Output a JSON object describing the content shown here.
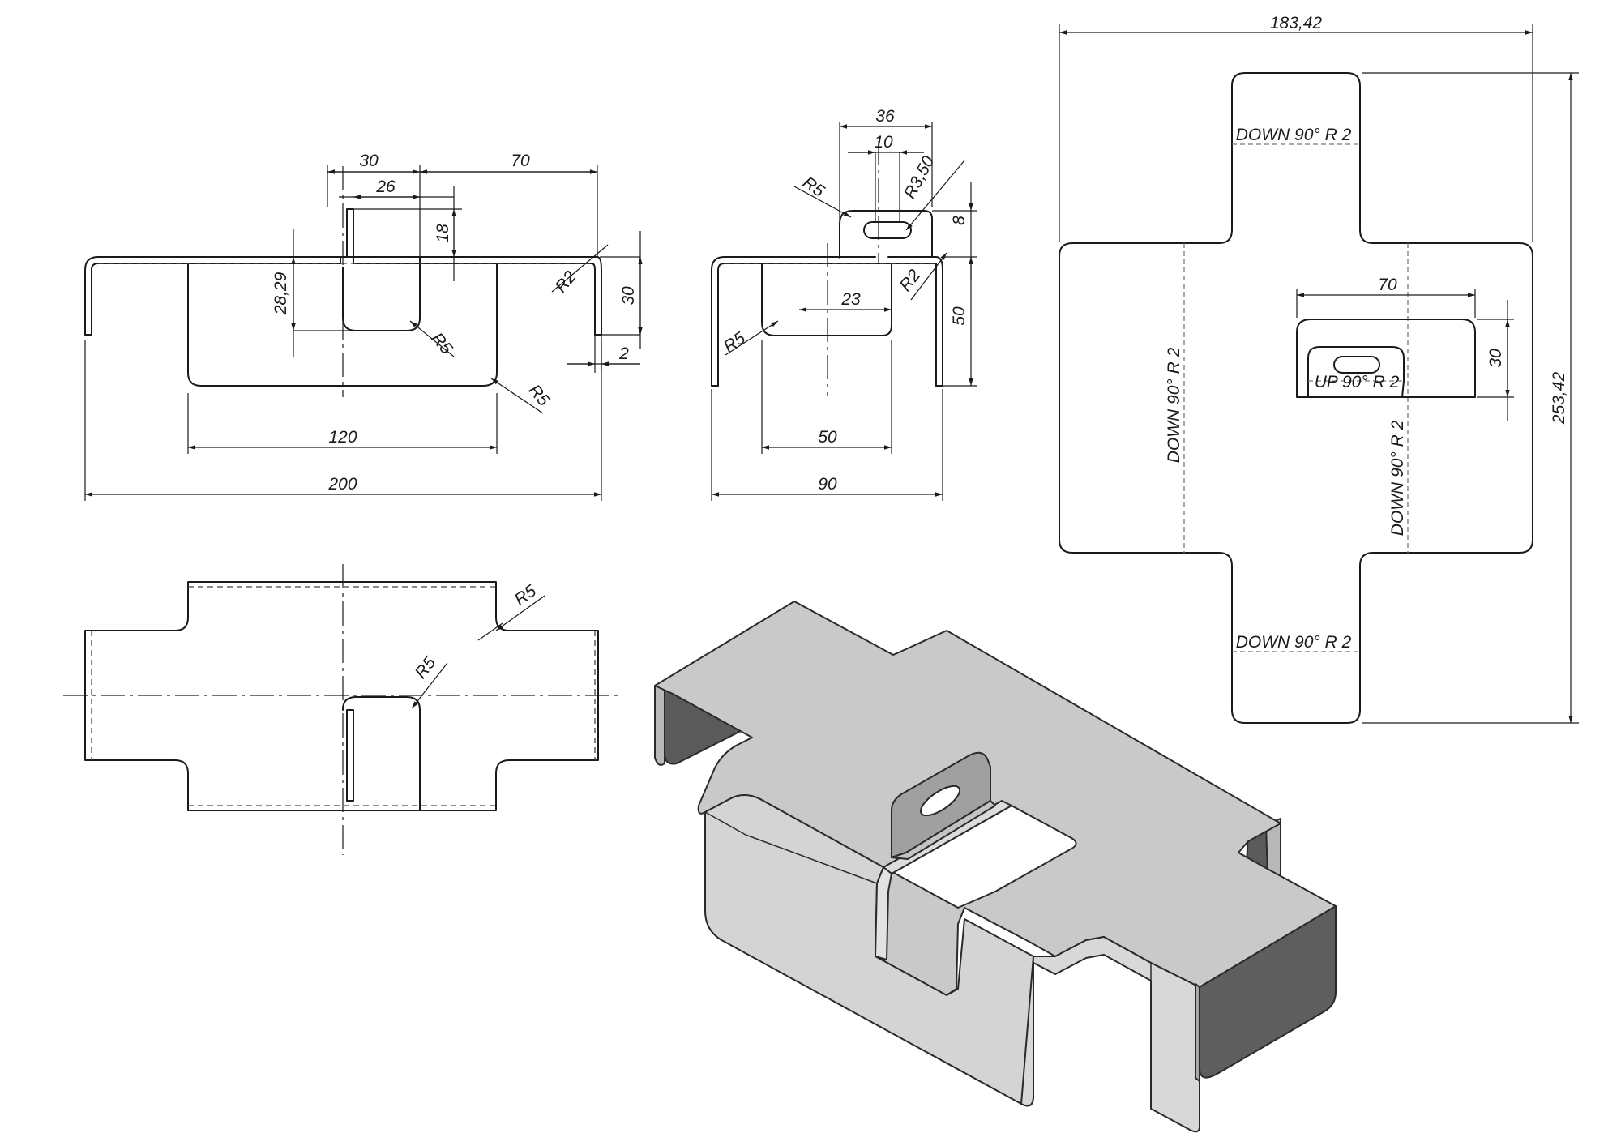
{
  "front_view": {
    "dims": {
      "d30": "30",
      "d70": "70",
      "d26": "26",
      "d18": "18",
      "d28_29": "28,29",
      "r2": "R2",
      "d30_right": "30",
      "d2": "2",
      "r5_inner": "R5",
      "r5_outer": "R5",
      "d120": "120",
      "d200": "200"
    }
  },
  "side_view": {
    "dims": {
      "d36": "36",
      "d10": "10",
      "r3_50": "R3,50",
      "r5_top": "R5",
      "d8": "8",
      "r2": "R2",
      "d50_right": "50",
      "d23": "23",
      "r5_left": "R5",
      "d50_bottom": "50",
      "d90": "90"
    }
  },
  "top_view": {
    "dims": {
      "r5_outer": "R5",
      "r5_inner": "R5"
    }
  },
  "flat_pattern": {
    "dims": {
      "d183_42": "183,42",
      "d253_42": "253,42",
      "d70": "70",
      "d30": "30"
    },
    "notes": {
      "bend_top": "DOWN  90°  R 2",
      "bend_left": "DOWN  90°  R 2",
      "bend_up": "UP  90°  R 2",
      "bend_right": "DOWN  90°  R 2",
      "bend_bottom": "DOWN  90°  R 2"
    }
  },
  "iso_view": {
    "colors": {
      "top_face": "#c8c8c8",
      "side_face": "#d6d6d6",
      "dark_face": "#5a5a5a",
      "edge": "#2a2a2a"
    }
  }
}
